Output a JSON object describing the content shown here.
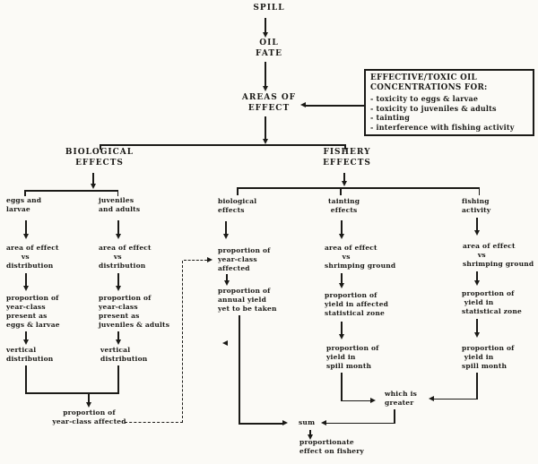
{
  "colors": {
    "ink": "#1b1a17",
    "paper": "#fbfaf6"
  },
  "nodes": {
    "spill": "SPILL",
    "oil_fate": "OIL\nFATE",
    "areas_of_effect": "AREAS OF\nEFFECT",
    "biological_effects": "BIOLOGICAL\nEFFECTS",
    "fishery_effects": "FISHERY\nEFFECTS",
    "eggs_larvae": "eggs and\nlarvae",
    "juveniles_adults": "juveniles\nand adults",
    "col1_area_vs_dist": "area of effect\n      vs\ndistribution",
    "col2_area_vs_dist": "area of effect\n      vs\ndistribution",
    "col1_proportion": "proportion of\nyear-class\npresent as\neggs & larvae",
    "col2_proportion": "proportion of\nyear-class\npresent as\njuveniles & adults",
    "col1_vertical": "vertical\ndistribution",
    "col2_vertical": "vertical\ndistribution",
    "year_class_affected": "proportion of\nyear-class affected",
    "fish_biological_label": "biological\neffects",
    "tainting_label": "tainting\n effects",
    "fishing_label": "fishing\nactivity",
    "fish_bio_prop1": "proportion of\nyear-class\naffected",
    "fish_bio_prop2": "proportion of\nannual yield\nyet to be taken",
    "taint_area_vs_ground": "area of effect\n       vs\nshrimping ground",
    "taint_prop1": "proportion of\nyield in affected\nstatistical zone",
    "taint_prop2": "proportion of\nyield in\nspill month",
    "fish_area_vs_ground": "area of effect\n      vs\nshrimping ground",
    "fish_prop1": "proportion of\n yield in\nstatistical zone",
    "fish_prop2": "proportion of\n yield in\nspill month",
    "which_is_greater": "which is\ngreater",
    "sum": "sum",
    "proportionate_effect": "proportionate\neffect on fishery"
  },
  "box": {
    "title": "EFFECTIVE/TOXIC OIL\nCONCENTRATIONS FOR:",
    "items": [
      "- toxicity to eggs & larvae",
      "- toxicity to juveniles & adults",
      "- tainting",
      "- interference with fishing activity"
    ]
  }
}
